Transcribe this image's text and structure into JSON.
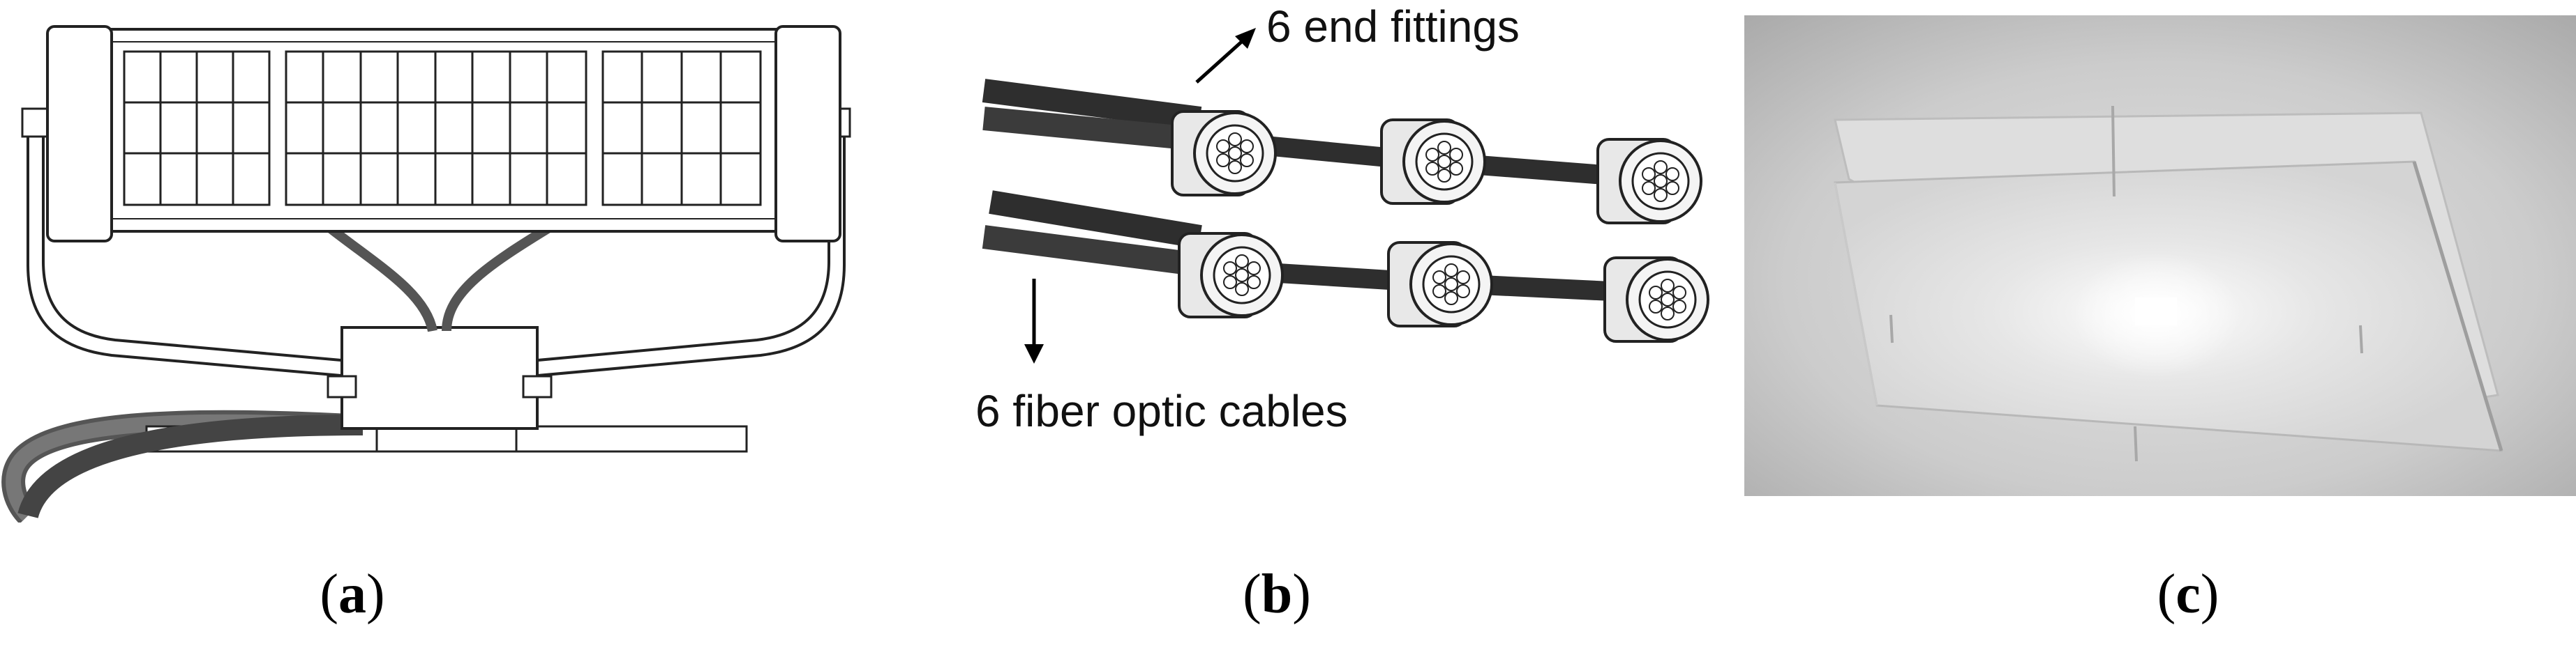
{
  "panels": [
    {
      "id": "a",
      "caption_letter": "a"
    },
    {
      "id": "b",
      "caption_letter": "b",
      "annotations": {
        "end_fittings": "6 end fittings",
        "fiber_cables": "6 fiber optic cables"
      }
    },
    {
      "id": "c",
      "caption_letter": "c"
    }
  ],
  "colors": {
    "line": "#1a1a1a",
    "cable": "#3a3a3a",
    "fitting": "#f2f2f2",
    "photo_bg": "#c8c8c8"
  }
}
